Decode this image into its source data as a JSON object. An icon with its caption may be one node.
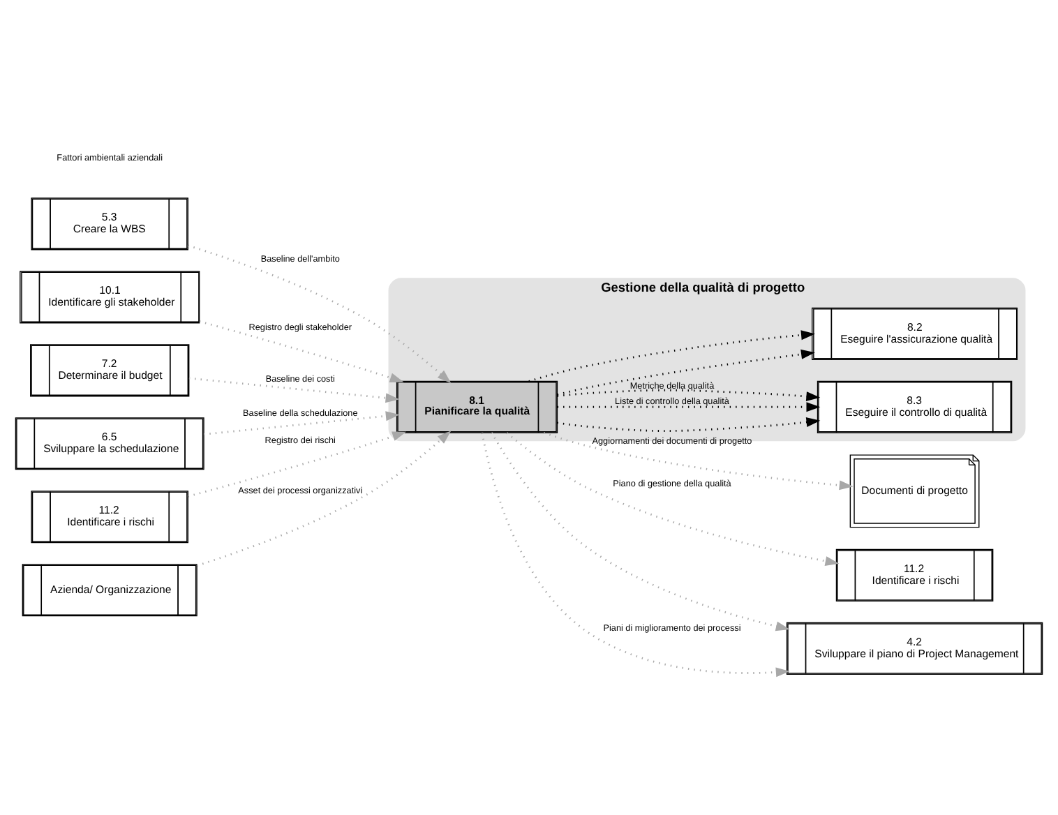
{
  "diagram": {
    "nodes": [
      {
        "text": [
          "Gestione della qualità di progetto"
        ]
      },
      {
        "text": [
          "8.1",
          "Pianificare la qualità"
        ],
        "in": 0
      },
      {
        "text": [
          "8.3",
          "Eseguire il controllo di qualità"
        ],
        "in": 0
      },
      {
        "text": [
          "8.2",
          "Eseguire l'assicurazione qualità"
        ],
        "in": 0
      },
      {
        "text": [
          "5.3",
          "Creare la WBS"
        ]
      },
      {
        "text": [
          "10.1",
          "Identificare gli stakeholder"
        ]
      },
      {
        "text": [
          "7.2",
          "Determinare il budget"
        ]
      },
      {
        "text": [
          "6.5",
          "Sviluppare la schedulazione"
        ]
      },
      {
        "text": [
          "11.2",
          "Identificare i rischi"
        ]
      },
      {
        "text": [
          "Azienda/ Organizzazione"
        ]
      },
      {
        "text": [
          "Documenti di progetto"
        ]
      },
      {
        "text": [
          "11.2",
          "Identificare i rischi"
        ]
      },
      {
        "text": [
          "4.2",
          "Sviluppare il piano di Project Management"
        ]
      }
    ],
    "edges": [
      {
        "from": 4,
        "to": 1,
        "arrow": "to",
        "label": "Baseline dell'ambito"
      },
      {
        "from": 5,
        "to": 1,
        "arrow": "to",
        "label": "Registro degli stakeholder"
      },
      {
        "from": 6,
        "to": 1,
        "arrow": "to",
        "label": "Baseline dei costi"
      },
      {
        "from": 7,
        "to": 1,
        "arrow": "to",
        "label": "Baseline della schedulazione"
      },
      {
        "from": 8,
        "to": 1,
        "arrow": "to",
        "label": "Registro dei rischi"
      },
      {
        "from": 9,
        "to": 1,
        "arrow": "to",
        "label": "Asset dei processi organizzativi"
      },
      {
        "from": 1,
        "to": 10,
        "arrow": "to",
        "label": "Aggiornamenti dei documenti di progetto"
      },
      {
        "from": 1,
        "to": 11,
        "arrow": "to",
        "label": "Piano di gestione della qualità"
      },
      {
        "from": 1,
        "to": 12,
        "arrow": "to"
      },
      {
        "from": 1,
        "to": 3,
        "arrow": "to",
        "color": "#000000"
      },
      {
        "from": 1,
        "to": 2,
        "arrow": "to",
        "color": "#000000"
      },
      {
        "from": 1,
        "to": 12,
        "arrow": "to",
        "label": "Piani di miglioramento dei processi"
      },
      {
        "from": 1,
        "to": 2,
        "arrow": "to",
        "color": "#000000",
        "label": "Liste di controllo della qualità"
      },
      {
        "from": 1,
        "to": 2,
        "arrow": "to",
        "color": "#000000",
        "label": "Metriche della qualità"
      },
      {
        "from": 1,
        "to": 3,
        "arrow": "to",
        "color": "#000000"
      }
    ],
    "labels": [
      "Fattori ambientali aziendali"
    ]
  }
}
